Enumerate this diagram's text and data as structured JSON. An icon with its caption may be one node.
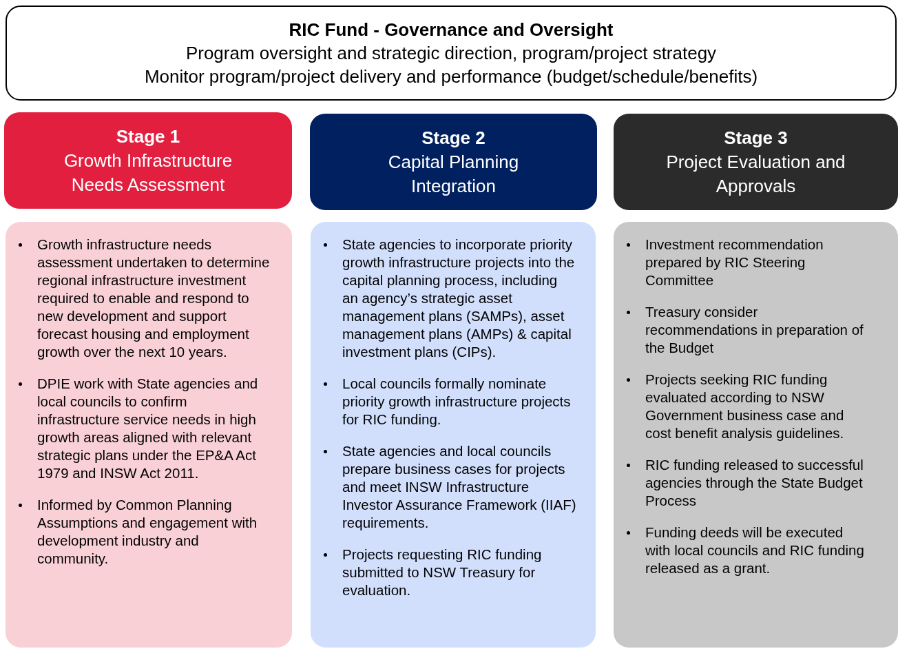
{
  "diagram": {
    "nodes": [
      {
        "text": [
          "RIC Fund - Governance and Oversight",
          "Program oversight and strategic direction, program/project strategy",
          "Monitor program/project delivery and performance (budget/schedule/benefits)"
        ]
      },
      {
        "text": [
          "Stage 1",
          "Growth Infrastructure Needs Assessment"
        ]
      },
      {
        "text": [
          "Stage 2",
          "Capital Planning Integration"
        ]
      },
      {
        "text": [
          "Stage 3",
          "Project Evaluation and Approvals"
        ]
      },
      {
        "text": [
          "Growth infrastructure needs assessment undertaken to determine regional infrastructure investment required to enable and respond to new development and support forecast housing and employment growth over the next 10 years.",
          "DPIE work with State agencies and local councils to confirm infrastructure service needs in high growth areas aligned with relevant strategic plans under the EP&A Act 1979 and INSW Act 2011.",
          "Informed by Common Planning Assumptions and engagement with development industry and community."
        ]
      },
      {
        "text": [
          "State agencies to incorporate priority growth infrastructure projects into the capital planning process, including an agency’s strategic asset management plans (SAMPs), asset management plans (AMPs) & capital investment plans (CIPs).",
          "Local councils formally nominate priority growth infrastructure projects for RIC funding.",
          "State agencies and local councils prepare business cases for projects and meet INSW Infrastructure Investor Assurance Framework (IIAF) requirements.",
          "Projects requesting RIC funding submitted to NSW Treasury for evaluation."
        ]
      },
      {
        "text": [
          "Investment recommendation prepared by RIC Steering Committee",
          "Treasury consider recommendations in preparation of the Budget",
          "Projects seeking RIC funding evaluated according to NSW Government business case and cost benefit analysis guidelines.",
          "RIC funding released to successful agencies through the State Budget Process",
          "Funding deeds will be executed with local councils and RIC funding released as a grant."
        ]
      }
    ]
  }
}
